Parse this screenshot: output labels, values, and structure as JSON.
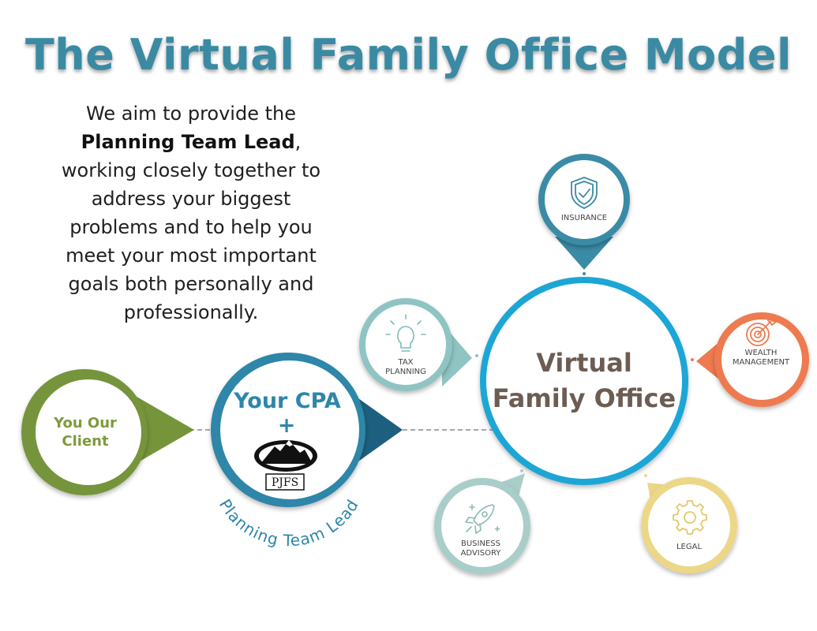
{
  "title": "The Virtual Family Office Model",
  "intro": {
    "before": "We aim to provide the",
    "bold": "Planning Team Lead",
    "after_bold": ",",
    "rest": "working closely together to address your biggest problems and to help you meet your most important goals both personally and professionally."
  },
  "client": {
    "line1": "You Our",
    "line2": "Client"
  },
  "cpa": {
    "line1": "Your CPA",
    "plus": "+",
    "logo_text": "PJFS",
    "arc_label": "Planning Team Lead"
  },
  "center": {
    "line1": "Virtual",
    "line2": "Family Office"
  },
  "services": {
    "insurance": {
      "line1": "INSURANCE"
    },
    "tax": {
      "line1": "TAX",
      "line2": "PLANNING"
    },
    "wealth": {
      "line1": "WEALTH",
      "line2": "MANAGEMENT"
    },
    "business": {
      "line1": "BUSINESS",
      "line2": "ADVISORY"
    },
    "legal": {
      "line1": "LEGAL"
    }
  },
  "colors": {
    "title": "#3a8aa3",
    "client_green": "#76943a",
    "client_text": "#7d9a3c",
    "cpa_blue": "#2e86a8",
    "cpa_dark": "#1d5f7e",
    "center_ring": "#1fa6d6",
    "center_text": "#6b5d54",
    "insurance": "#3a8ba6",
    "tax": "#8fc4c2",
    "wealth": "#ee7a4f",
    "business": "#a9cdc9",
    "legal": "#ecd789"
  }
}
